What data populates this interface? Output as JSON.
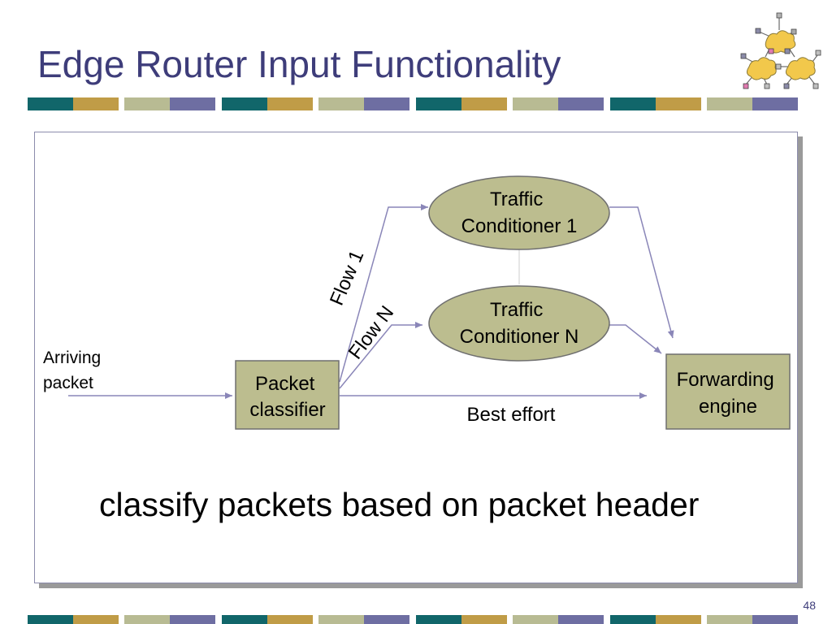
{
  "slide": {
    "title": "Edge Router Input Functionality",
    "caption": "classify packets based on packet header",
    "page_number": "48"
  },
  "colors": {
    "title": "#3e3d7a",
    "box_fill": "#bcbd8f",
    "box_border": "#6f6f6f",
    "connector": "#8a86b8",
    "stripe": [
      "#11666a",
      "#c09c47",
      "#b8bb93",
      "#6e6ea2"
    ]
  },
  "diagram": {
    "arriving_label": [
      "Arriving",
      "packet"
    ],
    "classifier_label": [
      "Packet",
      "classifier"
    ],
    "conditioner1_label": [
      "Traffic",
      "Conditioner 1"
    ],
    "conditionerN_label": [
      "Traffic",
      "Conditioner N"
    ],
    "forwarding_label": [
      "Forwarding",
      "engine"
    ],
    "flow1_label": "Flow 1",
    "flowN_label": "Flow N",
    "best_effort_label": "Best effort"
  },
  "logo": {
    "icon": "network-clouds-icon"
  }
}
